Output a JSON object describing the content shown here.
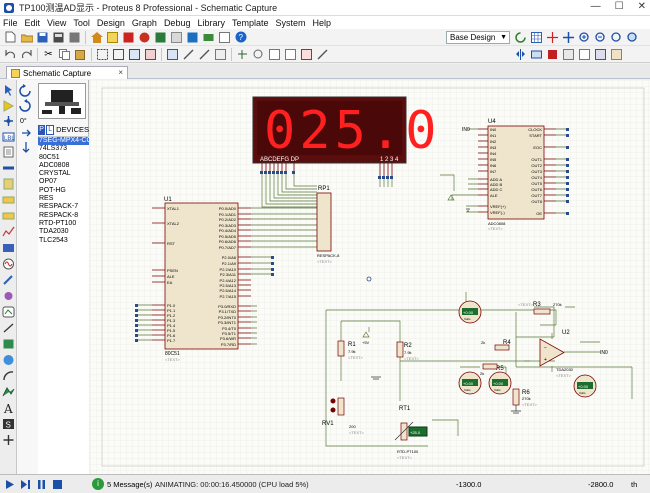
{
  "window": {
    "title": "TP100测温AD显示 - Proteus 8 Professional - Schematic Capture"
  },
  "menu": [
    "File",
    "Edit",
    "View",
    "Tool",
    "Design",
    "Graph",
    "Debug",
    "Library",
    "Template",
    "System",
    "Help"
  ],
  "toolbar": {
    "design_selector": "Base Design"
  },
  "tab": {
    "label": "Schematic Capture",
    "close": "×"
  },
  "sidepanel": {
    "angle": "0°",
    "p_button": "P",
    "l_button": "L",
    "devices_label": "DEVICES",
    "devices": [
      "7SEG-MPX4-CC",
      "74LS373",
      "80C51",
      "ADC0808",
      "CRYSTAL",
      "OP07",
      "POT-HG",
      "RES",
      "RESPACK-7",
      "RESPACK-8",
      "RTD-PT100",
      "TDA2030",
      "TLC2543"
    ],
    "selected_device": "7SEG-MPX4-CC"
  },
  "schematic": {
    "display": {
      "digits": "025.0",
      "seg_label": "ABCDEFG DP",
      "digit_label": "1 2 3 4"
    },
    "u1": {
      "ref": "U1",
      "part": "80C51",
      "left_pins": [
        "XTAL1",
        "XTAL2",
        "RST",
        "PSEN",
        "ALE",
        "EA",
        "P1.0",
        "P1.1",
        "P1.2",
        "P1.3",
        "P1.4",
        "P1.5",
        "P1.6",
        "P1.7"
      ],
      "right_pins": [
        "P0.0/AD0",
        "P0.1/AD1",
        "P0.2/AD2",
        "P0.3/AD3",
        "P0.4/AD4",
        "P0.5/AD5",
        "P0.6/AD6",
        "P0.7/AD7",
        "P2.0/A8",
        "P2.1/A9",
        "P2.2/A10",
        "P2.3/A11",
        "P2.4/A12",
        "P2.5/A13",
        "P2.6/A14",
        "P2.7/A15",
        "P3.0/RXD",
        "P3.1/TXD",
        "P3.2/INT0",
        "P3.3/INT1",
        "P3.4/T0",
        "P3.5/T1",
        "P3.6/WR",
        "P3.7/RD"
      ]
    },
    "rp1": {
      "ref": "RP1",
      "part": "RESPACK-8"
    },
    "u4": {
      "ref": "U4",
      "part": "ADC0808",
      "left_pins": [
        "IN0",
        "IN1",
        "IN2",
        "IN3",
        "IN4",
        "IN5",
        "IN6",
        "IN7",
        "ADD A",
        "ADD B",
        "ADD C",
        "ALE",
        "VREF(+)",
        "VREF(-)"
      ],
      "right_pins": [
        "CLOCK",
        "START",
        "EOC",
        "OUT1",
        "OUT2",
        "OUT3",
        "OUT4",
        "OUT5",
        "OUT6",
        "OUT7",
        "OUT8",
        "OE"
      ],
      "in0_label": "IN0"
    },
    "text_placeholder": "<TEXT>",
    "r1": {
      "ref": "R1",
      "value": "7.9k"
    },
    "r2": {
      "ref": "R2",
      "value": "7.9k"
    },
    "r3": {
      "ref": "R3",
      "value": "270k"
    },
    "r4": {
      "ref": "R4",
      "value": "2k"
    },
    "r5": {
      "ref": "R5",
      "value": "2k"
    },
    "r6": {
      "ref": "R6",
      "value": "270k"
    },
    "rv1": {
      "ref": "RV1",
      "value": "200"
    },
    "rt1": {
      "ref": "RT1",
      "part": "RTD-PT100",
      "temp": "+25.0"
    },
    "u2": {
      "ref": "U2",
      "part": "TDA2030"
    },
    "supply_label": "+5V",
    "out_label": "IN0",
    "voltmeters": [
      "+0.00",
      "+0.00",
      "+0.00",
      "+0.00"
    ],
    "voltmeter_unit": "Volts"
  },
  "status": {
    "messages": "5 Message(s)",
    "animating": "ANIMATING: 00:00:16.450000 (CPU load 5%)",
    "x_coord": "-1300.0",
    "y_coord": "-2800.0",
    "unit": "th"
  },
  "colors": {
    "segment_on": "#ff2020",
    "display_bg": "#5a0d0d",
    "wire": "#5a7a3a",
    "component": "#7a0000",
    "selection": "#3a6fd8"
  }
}
